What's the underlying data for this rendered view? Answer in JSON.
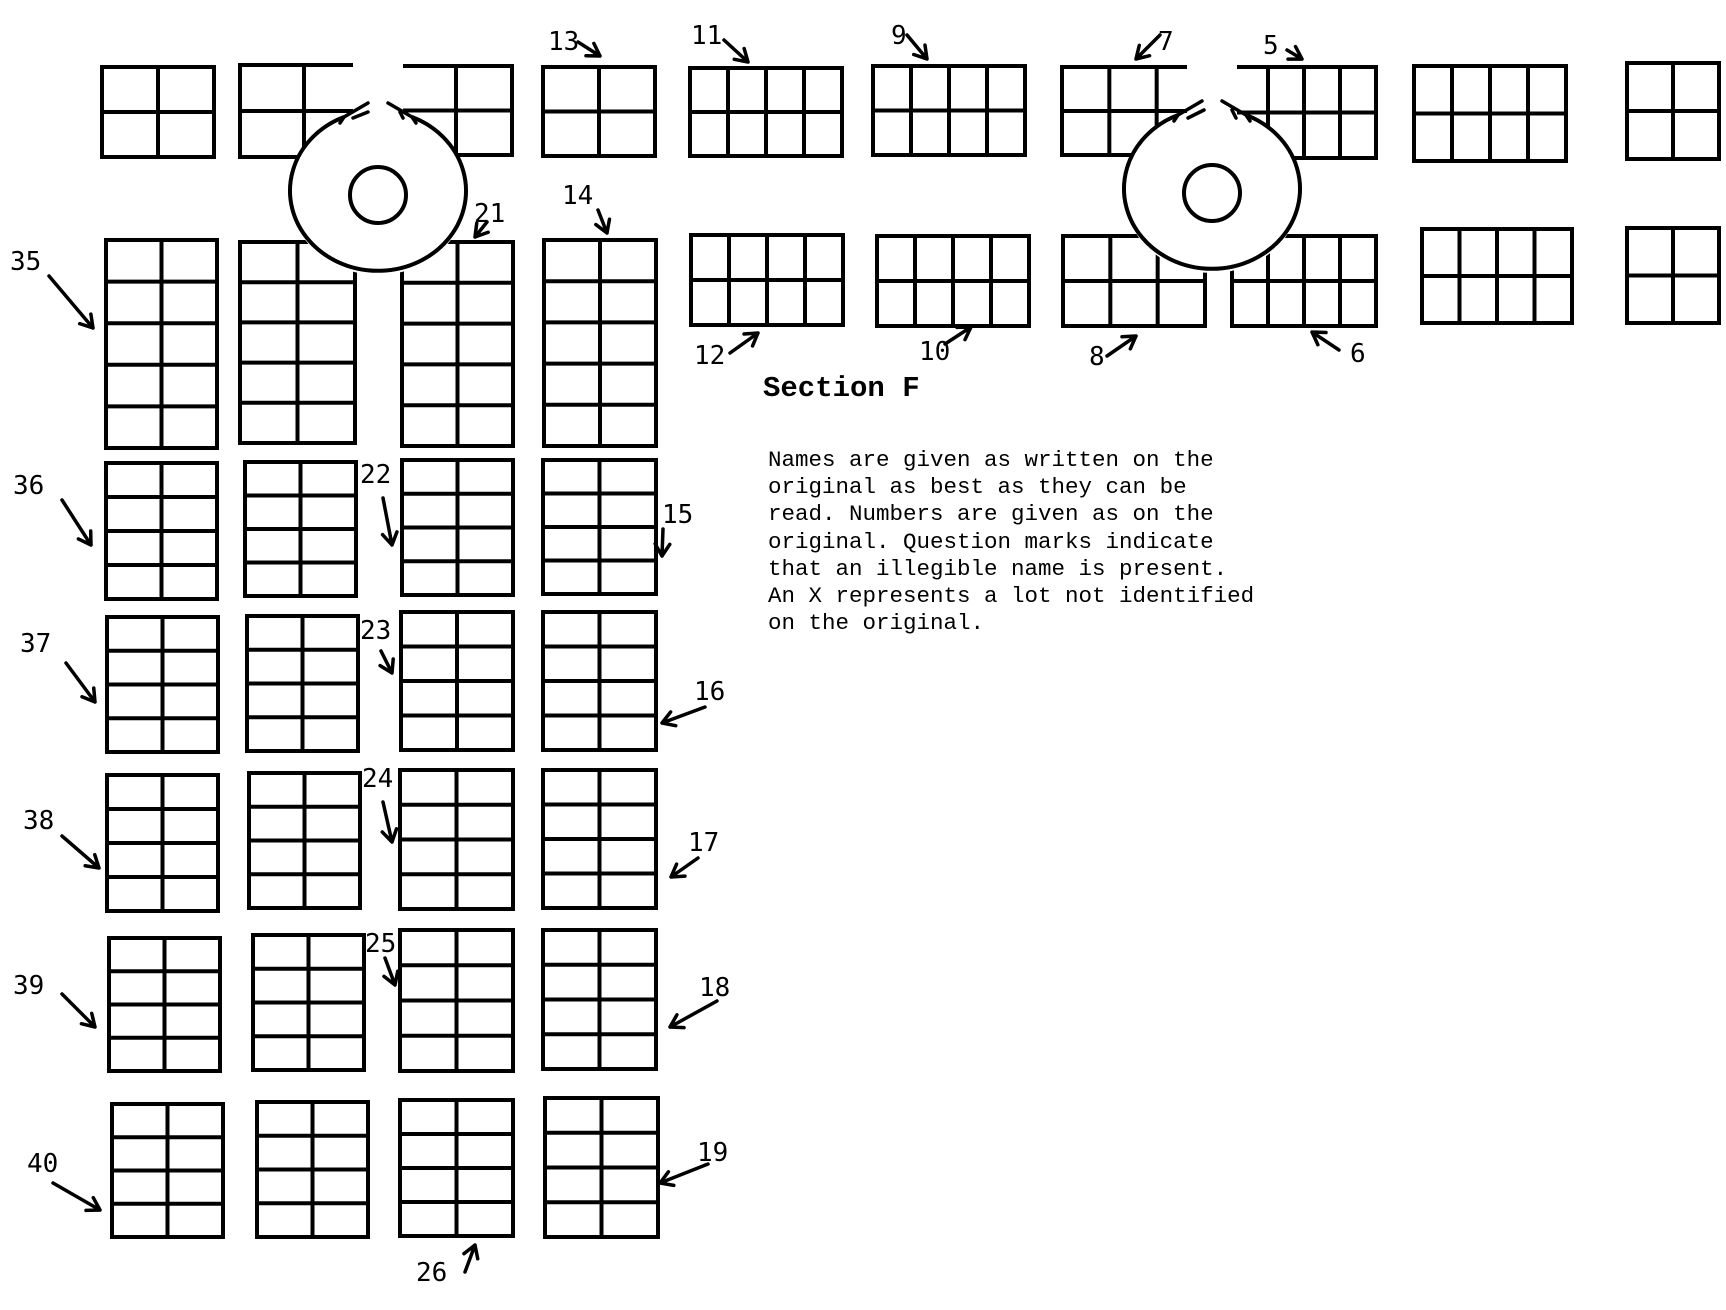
{
  "section_title": "Section F",
  "note_lines": [
    "Names are given as written on the",
    "original as best as they can be",
    "read. Numbers are given as on the",
    "original. Question marks indicate",
    "that an illegible name is present.",
    "An X represents a lot not identified",
    "on the original."
  ],
  "lot_labels": {
    "l5": "5",
    "l6": "6",
    "l7": "7",
    "l8": "8",
    "l9": "9",
    "l10": "10",
    "l11": "11",
    "l12": "12",
    "l13": "13",
    "l14": "14",
    "l15": "15",
    "l16": "16",
    "l17": "17",
    "l18": "18",
    "l19": "19",
    "l21": "21",
    "l22": "22",
    "l23": "23",
    "l24": "24",
    "l25": "25",
    "l26": "26",
    "l35": "35",
    "l36": "36",
    "l37": "37",
    "l38": "38",
    "l39": "39",
    "l40": "40"
  }
}
